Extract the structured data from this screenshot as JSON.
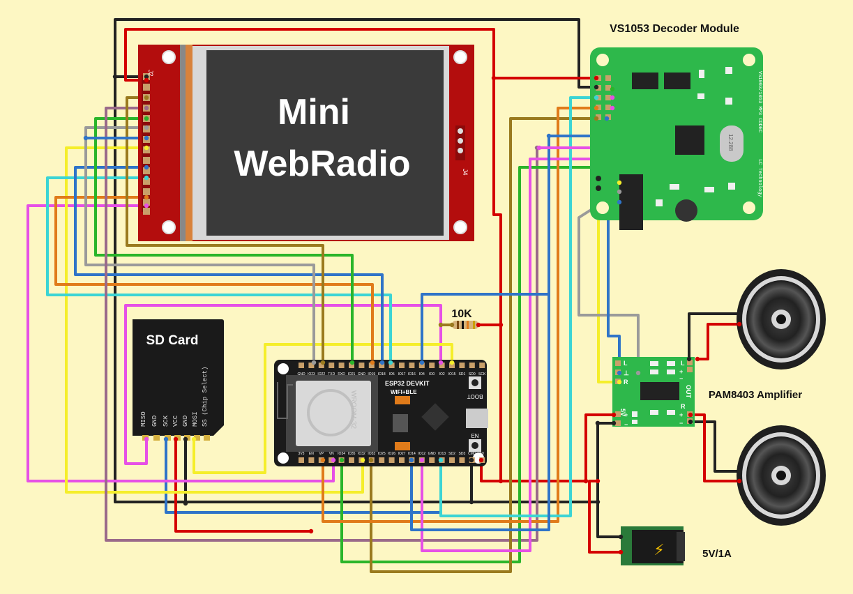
{
  "display": {
    "title_line1": "Mini",
    "title_line2": "WebRadio",
    "header_left": "J2",
    "header_right": "J4"
  },
  "labels": {
    "decoder": "VS1053 Decoder Module",
    "amplifier": "PAM8403 Amplifier",
    "sd_card": "SD Card",
    "resistor": "10K",
    "power": "5V/1A"
  },
  "esp32": {
    "title": "ESP32 DEVKIT",
    "subtitle": "WIFI+BLE",
    "module_text": "WROOM-32",
    "boot": "BOOT",
    "en": "EN",
    "top_pins": [
      "GND",
      "IO23",
      "IO22",
      "TXD",
      "RXD",
      "IO21",
      "GND",
      "IO19",
      "IO18",
      "IO5",
      "IO17",
      "IO16",
      "IO4",
      "IO0",
      "IO2",
      "IO15",
      "SD1",
      "SD0",
      "SCK"
    ],
    "bottom_pins": [
      "3V3",
      "EN",
      "VP",
      "VN",
      "IO34",
      "IO35",
      "IO32",
      "IO33",
      "IO25",
      "IO26",
      "IO27",
      "IO14",
      "IO12",
      "GND",
      "IO13",
      "SD2",
      "SD3",
      "CMD",
      "5V"
    ]
  },
  "sd_card": {
    "pins": [
      "MISO",
      "GND",
      "SCK",
      "VCC",
      "GND",
      "MOSI",
      "SS (Chip Select)"
    ]
  },
  "vs1053": {
    "side_text_1": "VS1003/1053 MP3 CODEC",
    "side_text_2": "LC Technology",
    "crystal": "12.288"
  },
  "pam8403": {
    "marks": [
      "L",
      "⊥",
      "R",
      "5V",
      "+",
      "−",
      "L",
      "OUT",
      "R",
      "+",
      "−",
      "+",
      "−"
    ]
  },
  "colors": {
    "background": "#fdf7c3",
    "pcb_green": "#2eb84b",
    "tft_red": "#b30d0d",
    "esp_black": "#1b1b1b",
    "wire_black": "#222222",
    "wire_red": "#d40000",
    "wire_blue": "#2f74c8",
    "wire_cyan": "#3cd4d4",
    "wire_green": "#2ab52a",
    "wire_yellow": "#f5ee2a",
    "wire_magenta": "#e650e6",
    "wire_orange": "#e07b1a",
    "wire_brown": "#9a7a1e",
    "wire_gray": "#9a9a9a",
    "wire_purple": "#9a6a8a"
  }
}
